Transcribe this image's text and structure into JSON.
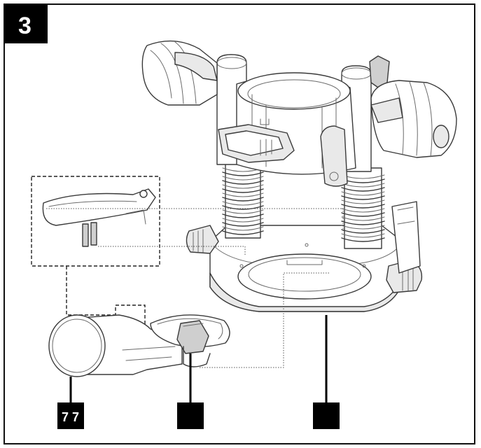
{
  "figure": {
    "number": "3",
    "callouts": [
      {
        "id": "callout-left",
        "text": "7 7"
      },
      {
        "id": "callout-middle",
        "text": ""
      },
      {
        "id": "callout-right",
        "text": ""
      }
    ]
  },
  "colors": {
    "border": "#111111",
    "label_bg": "#000000",
    "line": "#3a3a3a"
  }
}
